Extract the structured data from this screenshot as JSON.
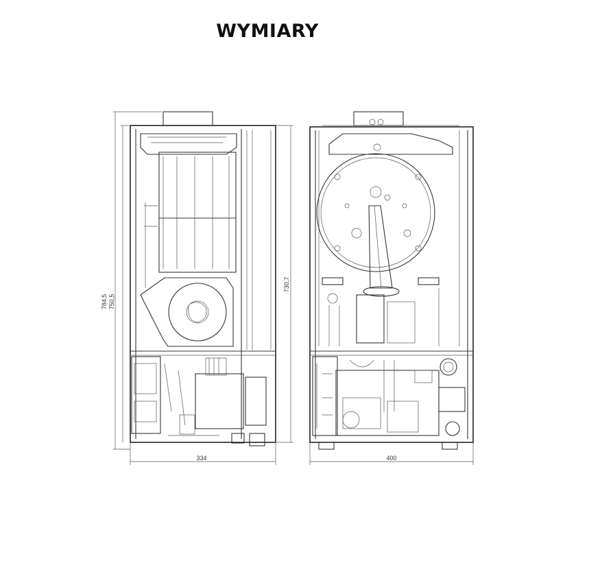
{
  "title": "WYMIARY",
  "dimensions": {
    "total_height": "784,5",
    "body_height": "750,5",
    "side_height": "730,7",
    "depth": "334",
    "width": "400"
  }
}
